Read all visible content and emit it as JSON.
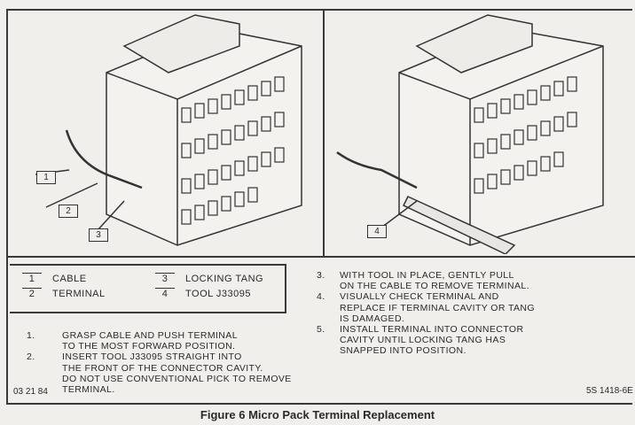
{
  "legend": [
    {
      "number": "1",
      "label": "CABLE"
    },
    {
      "number": "2",
      "label": "TERMINAL"
    },
    {
      "number": "3",
      "label": "LOCKING TANG"
    },
    {
      "number": "4",
      "label": "TOOL J33095"
    }
  ],
  "steps_left": [
    {
      "number": "1.",
      "text": [
        "GRASP CABLE AND PUSH TERMINAL",
        "TO THE MOST FORWARD POSITION."
      ]
    },
    {
      "number": "2.",
      "text": [
        "INSERT TOOL J33095 STRAIGHT INTO",
        "THE FRONT OF THE CONNECTOR CAVITY.",
        "DO NOT USE CONVENTIONAL PICK TO REMOVE",
        "TERMINAL."
      ]
    }
  ],
  "steps_right": [
    {
      "number": "3.",
      "text": [
        "WITH TOOL IN PLACE, GENTLY PULL",
        "ON THE CABLE TO REMOVE TERMINAL."
      ]
    },
    {
      "number": "4.",
      "text": [
        "VISUALLY CHECK TERMINAL AND",
        "REPLACE IF TERMINAL CAVITY OR TANG",
        "IS DAMAGED."
      ]
    },
    {
      "number": "5.",
      "text": [
        "INSTALL TERMINAL INTO CONNECTOR",
        "CAVITY UNTIL LOCKING TANG HAS",
        "SNAPPED INTO POSITION."
      ]
    }
  ],
  "callouts": {
    "left": [
      "1",
      "2",
      "3"
    ],
    "right": [
      "4"
    ]
  },
  "date_code": "03 21 84",
  "figure_code": "5S 1418-6E",
  "caption": "Figure 6 Micro Pack Terminal Replacement"
}
